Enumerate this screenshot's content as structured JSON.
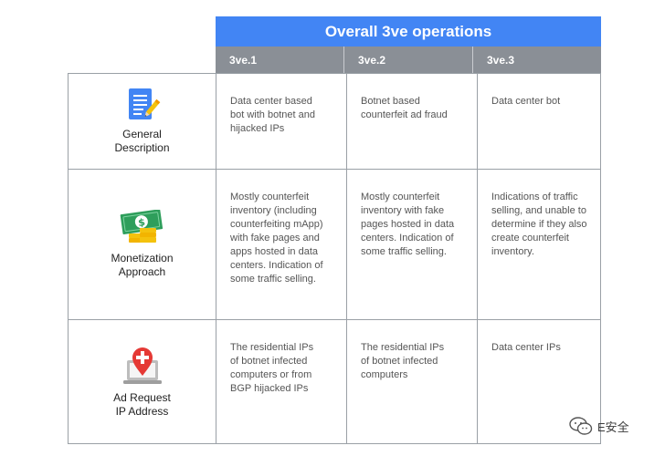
{
  "table": {
    "title": "Overall 3ve operations",
    "columns": [
      "3ve.1",
      "3ve.2",
      "3ve.3"
    ],
    "rows": [
      {
        "label": "General\nDescription",
        "icon": "document-pencil-icon",
        "cells": [
          "Data center based\nbot with botnet and\nhijacked IPs",
          "Botnet based\ncounterfeit ad fraud",
          "Data center bot"
        ]
      },
      {
        "label": "Monetization\nApproach",
        "icon": "money-coins-icon",
        "cells": [
          "Mostly counterfeit\ninventory (including\ncounterfeiting mApp)\nwith fake pages and\napps hosted in data\ncenters. Indication of\nsome traffic selling.",
          "Mostly counterfeit\ninventory with fake\npages hosted in data\ncenters. Indication of\nsome traffic selling.",
          "Indications of traffic\nselling, and unable to\ndetermine if they also\ncreate counterfeit\ninventory."
        ]
      },
      {
        "label": "Ad Request\nIP Address",
        "icon": "laptop-location-pin-icon",
        "cells": [
          "The residential IPs\nof botnet infected\ncomputers or from\nBGP hijacked IPs",
          "The residential IPs\nof botnet infected\ncomputers",
          "Data center IPs"
        ]
      }
    ]
  },
  "watermark": {
    "text": "E安全",
    "icon": "wechat-icon"
  },
  "colors": {
    "title_bg": "#4285f4",
    "header_bg": "#8a8f96",
    "border": "#9aa0a6",
    "money_green": "#2e9e5b",
    "coin_yellow": "#f4c20d",
    "pin_red": "#e53935"
  }
}
